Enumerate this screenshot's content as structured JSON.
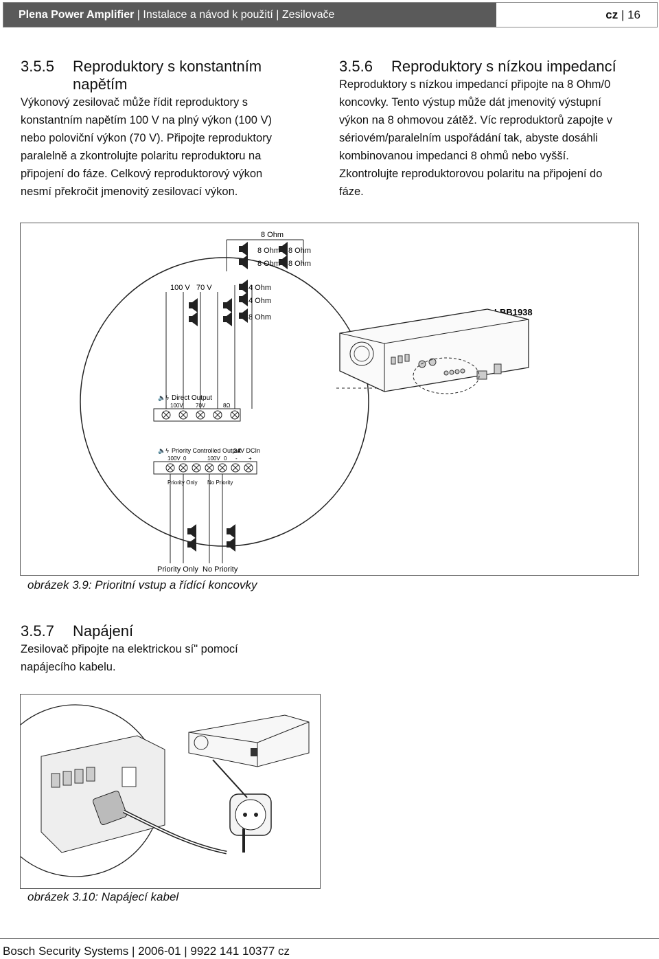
{
  "header": {
    "title": "Plena Power Amplifier",
    "subtitle": "Instalace a návod k použití | Zesilovače",
    "lang": "cz",
    "page": "16"
  },
  "sec355": {
    "num": "3.5.5",
    "title_l1": "Reproduktory s konstantním",
    "title_l2": "napětím",
    "lines": [
      "Výkonový zesilovač může řídit reproduktory s",
      "konstantním napětím 100 V na plný výkon (100 V)",
      "nebo poloviční výkon (70 V). Připojte reproduktory",
      "paralelně a zkontrolujte polaritu reproduktoru na",
      "připojení do fáze. Celkový reproduktorový výkon",
      "nesmí překročit jmenovitý zesilovací výkon."
    ]
  },
  "sec356": {
    "num": "3.5.6",
    "title": "Reproduktory s nízkou impedancí",
    "lines": [
      "Reproduktory s nízkou impedancí připojte na 8 Ohm/0",
      "koncovky. Tento výstup může dát jmenovitý výstupní",
      "výkon na 8 ohmovou zátěž. Víc reproduktorů zapojte v",
      "sériovém/paralelním uspořádání tak, abyste dosáhli",
      "kombinovanou impedanci 8 ohmů nebo vyšší.",
      "Zkontrolujte reproduktorovou polaritu na připojení do",
      "fáze."
    ]
  },
  "fig39": {
    "label_8ohm_top": "8 Ohm",
    "label_8ohm_a": "8 Ohm",
    "label_8ohm_b": "8 Ohm",
    "label_8ohm_c": "8 Ohm",
    "label_8ohm_d": "8 Ohm",
    "label_100v": "100 V",
    "label_70v": "70 V",
    "label_4ohm_a": "4 Ohm",
    "label_4ohm_b": "4 Ohm",
    "label_8ohm_e": "8 Ohm",
    "model": "LBB1938",
    "direct_output": "Direct Output",
    "direct_sub": [
      "100V",
      "70V",
      "8Ω"
    ],
    "priority_output": "Priority Controlled Output",
    "dc_label": "24V  DCIn",
    "priority_sub": [
      "100V",
      "0",
      "100V",
      "0",
      "-",
      "+"
    ],
    "priority_only_small": "Priority Only",
    "no_priority_small": "No Priority",
    "priority_only": "Priority Only",
    "no_priority": "No Priority",
    "caption": "obrázek 3.9: Prioritní vstup a řídící koncovky"
  },
  "sec357": {
    "num": "3.5.7",
    "title": "Napájení",
    "lines": [
      "Zesilovač připojte na elektrickou síʺ pomocí",
      "napájecího kabelu."
    ]
  },
  "fig310": {
    "caption": "obrázek 3.10: Napájecí kabel"
  },
  "footer": {
    "text": "Bosch Security Systems | 2006-01 | 9922 141 10377 cz"
  }
}
